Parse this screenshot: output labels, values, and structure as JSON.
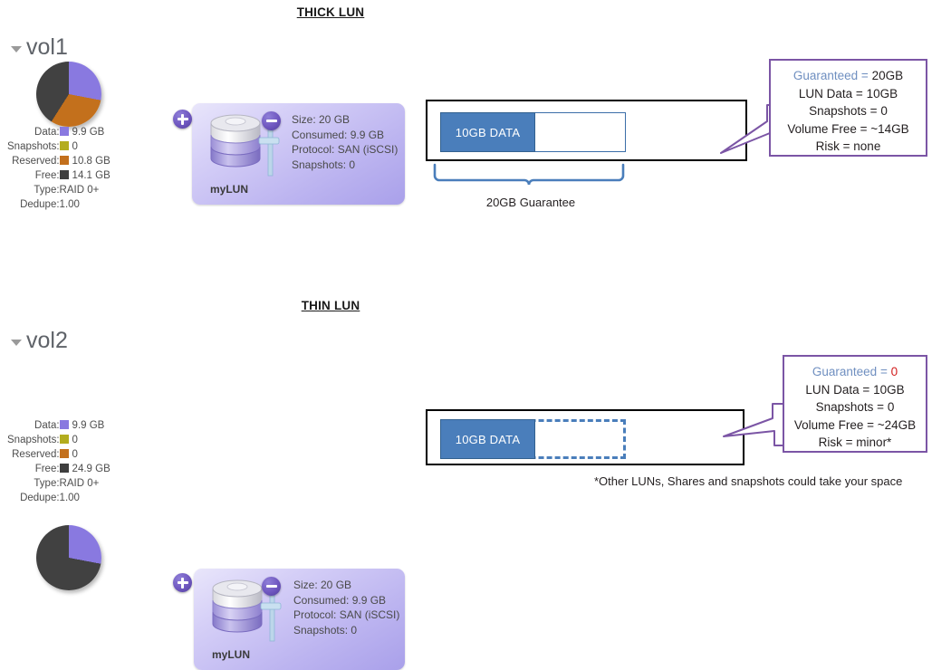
{
  "sections": [
    {
      "title": "THICK LUN",
      "volume": {
        "name": "vol1",
        "legend": [
          {
            "label": "Data:",
            "swatch": "#8979e0",
            "value": "9.9 GB"
          },
          {
            "label": "Snapshots:",
            "swatch": "#b3ad1f",
            "value": "0"
          },
          {
            "label": "Reserved:",
            "swatch": "#c3701c",
            "value": "10.8 GB"
          },
          {
            "label": "Free:",
            "swatch": "#3f3f3f",
            "value": "14.1 GB"
          },
          {
            "label": "Type:",
            "swatch": null,
            "value": "RAID 0+"
          },
          {
            "label": "Dedupe:",
            "swatch": null,
            "value": "1.00"
          }
        ],
        "pie": [
          {
            "name": "Data",
            "color": "#8979e0",
            "pct": 28
          },
          {
            "name": "Reserved",
            "color": "#c3701c",
            "pct": 31
          },
          {
            "name": "Free",
            "color": "#414141",
            "pct": 41
          }
        ]
      },
      "lun": {
        "name": "myLUN",
        "size": "Size: 20 GB",
        "consumed": "Consumed: 9.9 GB",
        "protocol": "Protocol: SAN (iSCSI)",
        "snapshots": "Snapshots: 0",
        "add_badge": "add-lun",
        "remove_badge": "remove-lun"
      },
      "diagram": {
        "data_label": "10GB DATA",
        "brace_label": "20GB Guarantee",
        "reserved_style": "solid"
      },
      "callout": {
        "lines": [
          {
            "key": "Guaranteed = ",
            "value": "20GB",
            "value_color": "#231f20",
            "key_colored": true
          },
          {
            "key": "LUN Data = 10GB"
          },
          {
            "key": "Snapshots = 0"
          },
          {
            "key": "Volume  Free = ~14GB"
          },
          {
            "key": "Risk = none"
          }
        ]
      }
    },
    {
      "title": "THIN LUN",
      "volume": {
        "name": "vol2",
        "legend": [
          {
            "label": "Data:",
            "swatch": "#8979e0",
            "value": "9.9 GB"
          },
          {
            "label": "Snapshots:",
            "swatch": "#b3ad1f",
            "value": "0"
          },
          {
            "label": "Reserved:",
            "swatch": "#c3701c",
            "value": "0"
          },
          {
            "label": "Free:",
            "swatch": "#3f3f3f",
            "value": "24.9 GB"
          },
          {
            "label": "Type:",
            "swatch": null,
            "value": "RAID 0+"
          },
          {
            "label": "Dedupe:",
            "swatch": null,
            "value": "1.00"
          }
        ],
        "pie": [
          {
            "name": "Data",
            "color": "#8979e0",
            "pct": 28
          },
          {
            "name": "Free",
            "color": "#414141",
            "pct": 72
          }
        ]
      },
      "lun": {
        "name": "myLUN",
        "size": "Size: 20 GB",
        "consumed": "Consumed: 9.9 GB",
        "protocol": "Protocol: SAN (iSCSI)",
        "snapshots": "Snapshots: 0",
        "add_badge": "add-lun",
        "remove_badge": "remove-lun"
      },
      "diagram": {
        "data_label": "10GB DATA",
        "brace_label": "",
        "reserved_style": "dashed"
      },
      "callout": {
        "lines": [
          {
            "key": "Guaranteed = ",
            "value": "0",
            "value_color": "#d21d1d",
            "key_colored": true
          },
          {
            "key": "LUN Data = 10GB"
          },
          {
            "key": "Snapshots = 0"
          },
          {
            "key": "Volume  Free = ~24GB"
          },
          {
            "key": "Risk = minor*"
          }
        ]
      }
    }
  ],
  "footnote": "*Other LUNs, Shares and snapshots could take your space",
  "colors": {
    "accent_blue": "#4a7ebb",
    "callout_border": "#7b55a5",
    "key_blue": "#6f8fc0",
    "risk_red": "#d21d1d",
    "lun_purple": "#b7afee"
  }
}
